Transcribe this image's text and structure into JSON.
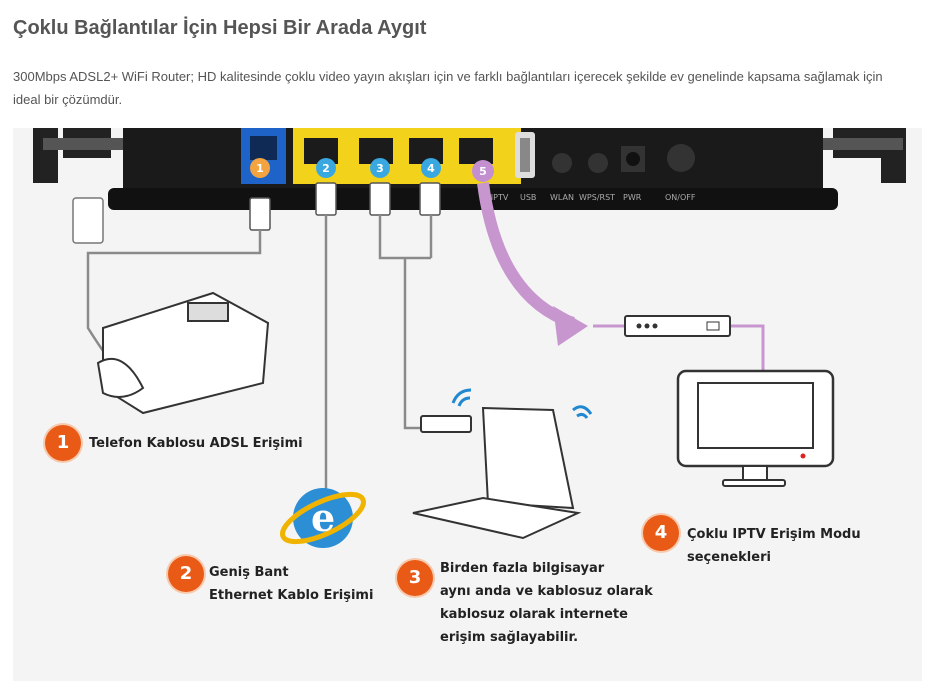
{
  "page": {
    "heading": "Çoklu Bağlantılar İçin Hepsi Bir Arada Aygıt",
    "description": "300Mbps ADSL2+ WiFi Router; HD kalitesinde çoklu video yayın akışları için ve farklı bağlantıları içerecek şekilde ev genelinde kapsama sağlamak için ideal bir çözümdür."
  },
  "router": {
    "ports": [
      "1",
      "2",
      "3",
      "4",
      "5"
    ],
    "port_labels": [
      "4/IPTV",
      "USB",
      "WLAN",
      "WPS/RST",
      "PWR",
      "ON/OFF"
    ]
  },
  "features": [
    {
      "number": "1",
      "lines": [
        "Telefon Kablosu ADSL Erişimi"
      ]
    },
    {
      "number": "2",
      "lines": [
        "Geniş Bant",
        "Ethernet Kablo Erişimi"
      ]
    },
    {
      "number": "3",
      "lines": [
        "Birden fazla bilgisayar",
        "aynı anda ve kablosuz olarak",
        "kablosuz olarak internete",
        "erişim sağlayabilir."
      ]
    },
    {
      "number": "4",
      "lines": [
        "Çoklu IPTV Erişim Modu",
        "seçenekleri"
      ]
    }
  ],
  "colors": {
    "badge": "#ea5a17",
    "adsl_port": "#1e64c8",
    "lan_port": "#f2d21a",
    "port_number_blue": "#3aa8e0",
    "port_number_orange": "#f3a340",
    "port_number_purple": "#c48fd0",
    "iptv_cable": "#c896cf"
  },
  "icons": [
    "telephone-icon",
    "internet-explorer-icon",
    "laptop-icon",
    "wifi-icon",
    "set-top-box-icon",
    "tv-monitor-icon",
    "rj45-plug-icon"
  ]
}
